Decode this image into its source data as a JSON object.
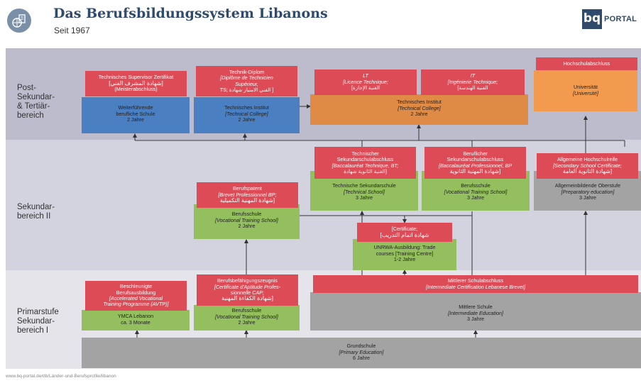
{
  "header": {
    "title": "Das Berufsbildungssystem Libanons",
    "subtitle": "Seit 1967",
    "logo_text": "PORTAL",
    "logo_mark": "bq"
  },
  "bands": {
    "post": "Post-\nSekundar-\n& Tertiär-\nbereich",
    "sek2": "Sekundar-\nbereich II",
    "prim": "Primarstufe\nSekundar-\nbereich I"
  },
  "boxes": {
    "weiter": {
      "l1": "Weiterführende",
      "l2": "berufliche Schule",
      "l3": "2 Jahre"
    },
    "techinst1": {
      "l1": "Technisches Institut",
      "l2": "[Technical College]",
      "l3": "2 Jahre"
    },
    "techinst2": {
      "l1": "Technisches Institut",
      "l2": "[Technical College]",
      "l3": "2 Jahre"
    },
    "uni": {
      "l1": "Universität",
      "l2": "[Université]"
    },
    "techsek": {
      "l1": "Technische Sekundarschule",
      "l2": "[Technical School]",
      "l3": "3 Jahre"
    },
    "berufsschule3": {
      "l1": "Berufsschule",
      "l2": "[Vocational Training School]",
      "l3": "3 Jahre"
    },
    "allgober": {
      "l1": "Allgemeinbildende Oberstufe",
      "l2": "[Preparatory education]",
      "l3": "3 Jahre"
    },
    "berufsschule2": {
      "l1": "Berufsschule",
      "l2": "[Vocational Training School]",
      "l3": "2 Jahre"
    },
    "unrwa": {
      "l1": "UNRWA-Ausbildung: Trade",
      "l2": "courses [Training Centre]",
      "l3": "1-2 Jahre"
    },
    "ymca": {
      "l1": "YMCA Lebanon",
      "l2": "ca. 3 Monate"
    },
    "berufsschule2b": {
      "l1": "Berufsschule",
      "l2": "[Vocational Training School]",
      "l3": "2 Jahre"
    },
    "mittlere": {
      "l1": "Mittlere Schule",
      "l2": "[Intermediate Education]",
      "l3": "3 Jahre"
    },
    "grund": {
      "l1": "Grundschule",
      "l2": "[Primary Education]",
      "l3": "6 Jahre"
    }
  },
  "certs": {
    "supervisor": {
      "l1": "Technisches Supervisor Zertifikat",
      "l2": "[شهادة المشرف الفني]",
      "l3": "(Meisterabschluss)"
    },
    "diplom": {
      "l1": "Technik-Diplom",
      "l2": "[Diplôme de Technicien",
      "l3": "Supérieur,",
      "l4": "TS; الفني الامتياز شهادة ]"
    },
    "lt": {
      "l1": "LT",
      "l2": "[Licence Technique;",
      "l3": "[الفنية الإجازة"
    },
    "it": {
      "l1": "IT",
      "l2": "[Ingénierie Technique;",
      "l3": "[الفنية الهندسة"
    },
    "hochschulabschluss": {
      "l1": "Hochschulabschluss"
    },
    "techsekab": {
      "l1": "Technischer",
      "l2": "Sekundarschulabschluss",
      "l3": "[Baccalauréat Technique, BT;",
      "l4": "الفنية الثانوية شهادة]"
    },
    "berufsekab": {
      "l1": "Beruflicher",
      "l2": "Sekundarschulabschluss",
      "l3": "[Baccalauréat Professionnel, BP",
      "l4": "شهادة المهنية الثانوية]"
    },
    "hochschulreife": {
      "l1": "Allgemeine Hochschulreife",
      "l2": "[Secondary School Certificate;",
      "l3": "شهادة الثانوية العامة]"
    },
    "patent": {
      "l1": "Berufspatent",
      "l2": "[Brevet Professionnel BP;",
      "l3": "شهادة المهنية التكميلية]"
    },
    "certificate": {
      "l1": "[Certificate;",
      "l2": "[شهادة اتمام التدريب"
    },
    "beschleunigt": {
      "l1": "Beschleunigte",
      "l2": "Berufsausbildung",
      "l3": "[Accelerated Vocational",
      "l4": "Training Programme (AVTP)]"
    },
    "befaehigung": {
      "l1": "Berufsbefähigungszeugnis",
      "l2": "[Certificate d'Aptitude Profes-",
      "l3": "sionnelle CAP;",
      "l4": "شهادة الكفاءة المهنية]"
    },
    "mittlerer": {
      "l1": "Mittlerer Schulabschluss",
      "l2": "[Intermediate Certification Lebanese Brevet]"
    }
  },
  "footer": {
    "url": "www.bq-portal.de/db/Länder-und-Berufsprofile/libanon"
  },
  "colors": {
    "cert_red": "#dd4b56",
    "blue": "#4a7fc2",
    "green": "#93bf5e",
    "orange": "#e08b45",
    "gray": "#a3a3a3",
    "title": "#2f4a6b"
  }
}
